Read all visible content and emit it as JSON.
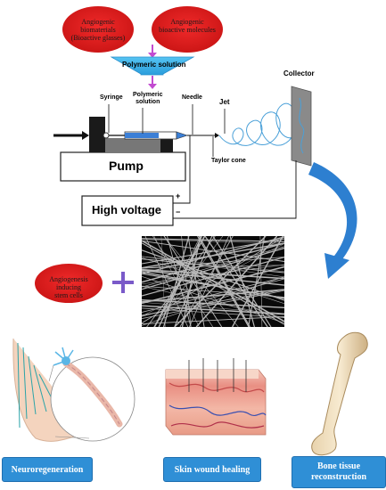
{
  "ovals": {
    "left_line1": "Angiogenic biomaterials",
    "left_line2": "(Bioactive glasses)",
    "right_line1": "Angiogenic",
    "right_line2": "bioactive molecules",
    "stem_line1": "Angiogenesis inducing",
    "stem_line2": "stem cells"
  },
  "funnel_label": "Polymeric solution",
  "electrospinning": {
    "syringe": "Syringe",
    "polymeric_solution_line1": "Polymeric",
    "polymeric_solution_line2": "solution",
    "needle": "Needle",
    "jet": "Jet",
    "collector": "Collector",
    "pump": "Pump",
    "taylor_cone": "Taylor cone",
    "high_voltage": "High voltage",
    "plus": "+",
    "minus": "−"
  },
  "combine_symbol": "+",
  "applications": {
    "neuro": "Neuroregeneration",
    "skin": "Skin wound healing",
    "bone_line1": "Bone tissue",
    "bone_line2": "reconstruction"
  },
  "colors": {
    "oval_red": "#e0191b",
    "funnel_blue": "#3ab0e8",
    "arrow_magenta": "#c24bd0",
    "curved_arrow_blue": "#2d7fd0",
    "box_blue": "#2f8fd6"
  }
}
